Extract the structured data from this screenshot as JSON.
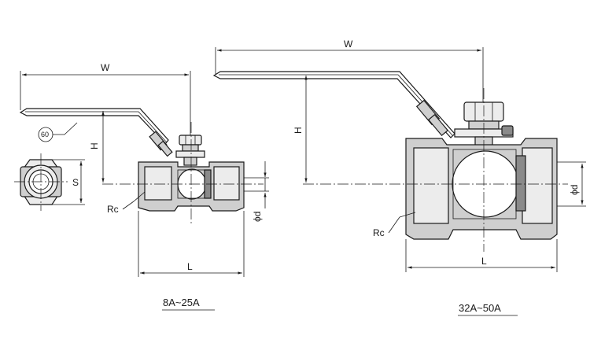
{
  "small_valve": {
    "width_label": "W",
    "height_label": "H",
    "hex_size_label": "S",
    "bore_label": "ϕd",
    "thread_label": "Rc",
    "length_label": "L",
    "handle_callout": "60",
    "caption": "8A~25A"
  },
  "large_valve": {
    "width_label": "W",
    "height_label": "H",
    "bore_label": "ϕd",
    "thread_label": "Rc",
    "length_label": "L",
    "caption": "32A~50A"
  }
}
